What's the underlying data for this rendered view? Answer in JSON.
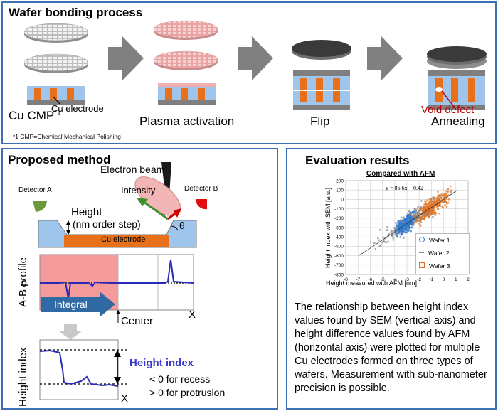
{
  "top": {
    "title": "Wafer bonding process",
    "steps": [
      "Cu CMP",
      "Plasma activation",
      "Flip",
      "Annealing"
    ],
    "cmp_superscript": "*1",
    "cu_electrode": "Cu electrode",
    "void_defect": "Void defect",
    "footnote": "*1 CMP=Chemical Mechanical Polishing"
  },
  "method": {
    "title": "Proposed method",
    "electron_beam": "Electron beam",
    "intensity": "Intensity",
    "detector_a": "Detector A",
    "detector_b": "Detector B",
    "height": "Height",
    "step": "(nm order step)",
    "theta": "θ",
    "electrode": "Cu electrode",
    "profile_label": "A-B profile",
    "zero": "0",
    "integral": "Integral",
    "center": "Center",
    "x_axis": "X",
    "height_index_axis": "Height index",
    "hi_title": "Height index",
    "hi_recess": "< 0 for recess",
    "hi_protrusion": "> 0 for protrusion",
    "x_axis2": "X"
  },
  "results": {
    "title": "Evaluation results",
    "description": "The relationship between height index values found by SEM (vertical axis) and height difference values found by AFM (horizontal axis) were plotted for multiple Cu electrodes formed on three types of wafers. Measurement with sub-nanometer precision is possible."
  },
  "chart_data": {
    "type": "scatter",
    "title": "Compared with AFM",
    "xlabel": "Height measured with AFM [nm]",
    "ylabel": "Height index with SEM [a.u.]",
    "xlim": [
      -8,
      2
    ],
    "ylim": [
      -800,
      200
    ],
    "xticks": [
      -8,
      -7,
      -6,
      -5,
      -4,
      -3,
      -2,
      -1,
      0,
      1,
      2
    ],
    "yticks": [
      200,
      100,
      0,
      -100,
      -200,
      -300,
      -400,
      -500,
      -600,
      -700,
      -800
    ],
    "equation": "y = 86.6x + 0.42",
    "fit": {
      "slope": 86.6,
      "intercept": 0.42,
      "x_range": [
        -6.9,
        1.1
      ]
    },
    "series": [
      {
        "name": "Wafer 1",
        "color": "#2f7bd0",
        "x_center": -3.1,
        "x_spread": 0.7,
        "count": 260
      },
      {
        "name": "Wafer 2",
        "color": "#8a8a8a",
        "x_center": -2.6,
        "x_spread": 1.9,
        "count": 330
      },
      {
        "name": "Wafer 3",
        "color": "#e0701f",
        "x_center": -0.9,
        "x_spread": 1.0,
        "count": 300
      }
    ],
    "grid": true,
    "legend": "bottom-right"
  }
}
